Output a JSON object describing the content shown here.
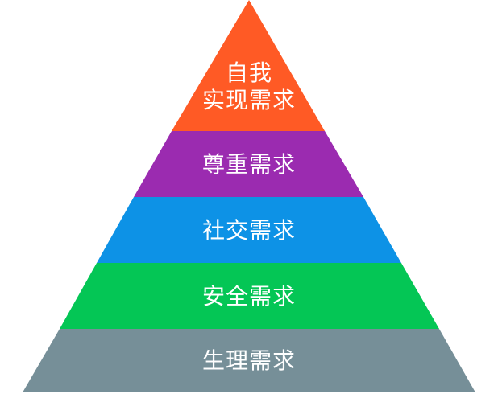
{
  "diagram": {
    "type": "pyramid",
    "layers": [
      {
        "label_line1": "自我",
        "label_line2": "实现需求",
        "color": "#FF5A25"
      },
      {
        "label": "尊重需求",
        "color": "#9B2BB0"
      },
      {
        "label": "社交需求",
        "color": "#0D92E6"
      },
      {
        "label": "安全需求",
        "color": "#04C655"
      },
      {
        "label": "生理需求",
        "color": "#768F98"
      }
    ]
  }
}
